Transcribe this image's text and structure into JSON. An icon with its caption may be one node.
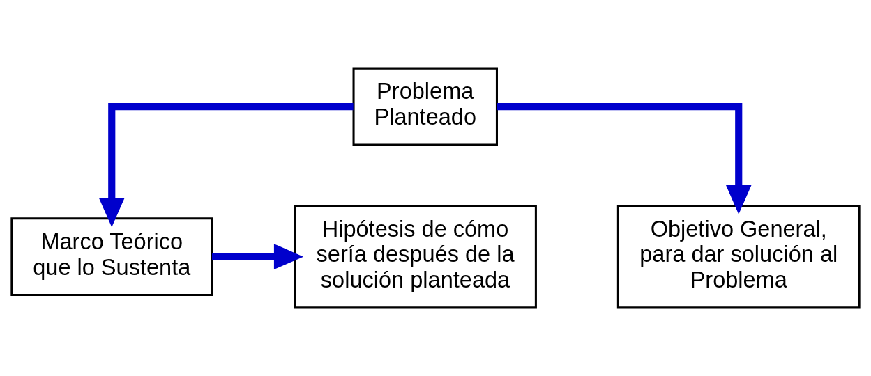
{
  "diagram": {
    "nodes": [
      {
        "text": [
          "Problema Planteado"
        ]
      },
      {
        "text": [
          "Marco Teórico que lo Sustenta"
        ]
      },
      {
        "text": [
          "Hipótesis de cómo sería después de la solución planteada"
        ]
      },
      {
        "text": [
          "Objetivo General, para dar solución al Problema"
        ]
      }
    ],
    "edges": [
      {
        "from": 0,
        "to": 3,
        "arrow": "to"
      },
      {
        "from": 0,
        "to": 1,
        "arrow": "to"
      },
      {
        "from": 1,
        "to": 2,
        "arrow": "to"
      }
    ]
  }
}
